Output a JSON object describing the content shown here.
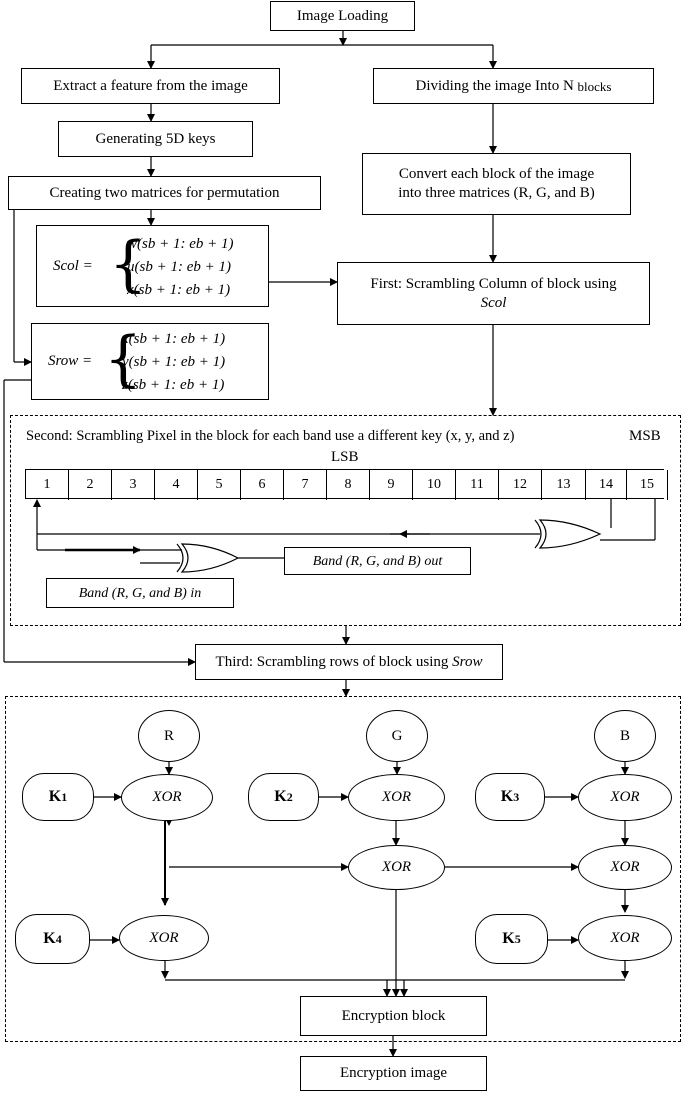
{
  "nodes": {
    "image_loading": "Image Loading",
    "extract_feature": "Extract a feature from the image",
    "dividing": "Dividing the image Into N",
    "dividing_suffix": "blocks",
    "generating_keys": "Generating 5D keys",
    "creating_matrices": "Creating two matrices for permutation",
    "convert_line1": "Convert each block of the image",
    "convert_line2": "into three matrices (R, G, and B)",
    "first_line1": "First: Scrambling Column of block using",
    "first_line2": "Scol",
    "third": "Third: Scrambling rows of  block using",
    "third_var": "Srow",
    "encryption_block": "Encryption block",
    "encryption_image": "Encryption image"
  },
  "scol": {
    "label": "Scol =",
    "rows": [
      "w(sb + 1: eb + 1)",
      "u(sb + 1: eb + 1)",
      "x(sb + 1: eb + 1)"
    ]
  },
  "srow": {
    "label": "Srow =",
    "rows": [
      "x(sb + 1: eb + 1)",
      "y(sb + 1: eb + 1)",
      "z(sb + 1: eb + 1)"
    ]
  },
  "second": {
    "title": "Second: Scrambling  Pixel in the block for each band use a different key (x, y, and z)",
    "msb": "MSB",
    "lsb": "LSB",
    "cells": [
      "1",
      "2",
      "3",
      "4",
      "5",
      "6",
      "7",
      "8",
      "9",
      "10",
      "11",
      "12",
      "13",
      "14",
      "15"
    ],
    "band_out": "Band (R, G, and B) out",
    "band_in": "Band (R, G, and B) in"
  },
  "xor_section": {
    "r": "R",
    "g": "G",
    "b": "B",
    "k1": "K",
    "k1_sub": "1",
    "k2": "K",
    "k2_sub": "2",
    "k3": "K",
    "k3_sub": "3",
    "k4": "K",
    "k4_sub": "4",
    "k5": "K",
    "k5_sub": "5",
    "xor": "XOR"
  }
}
